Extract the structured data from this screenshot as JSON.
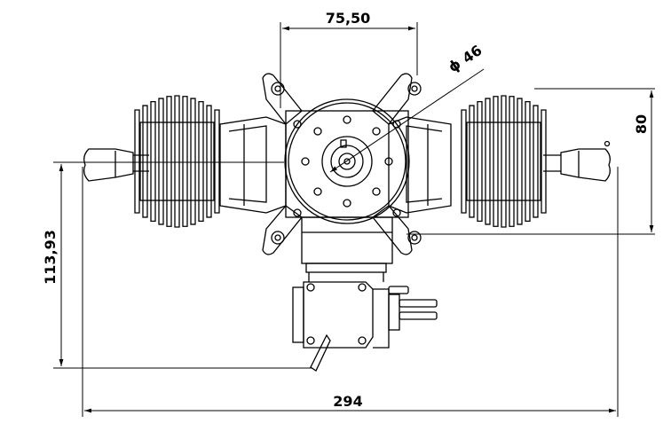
{
  "dimensions": {
    "top_width": "75,50",
    "diameter": "46",
    "diameter_symbol": "ϕ",
    "right_height": "80",
    "left_height": "113,93",
    "total_width": "294"
  },
  "colors": {
    "line": "#000000",
    "background": "#ffffff"
  }
}
